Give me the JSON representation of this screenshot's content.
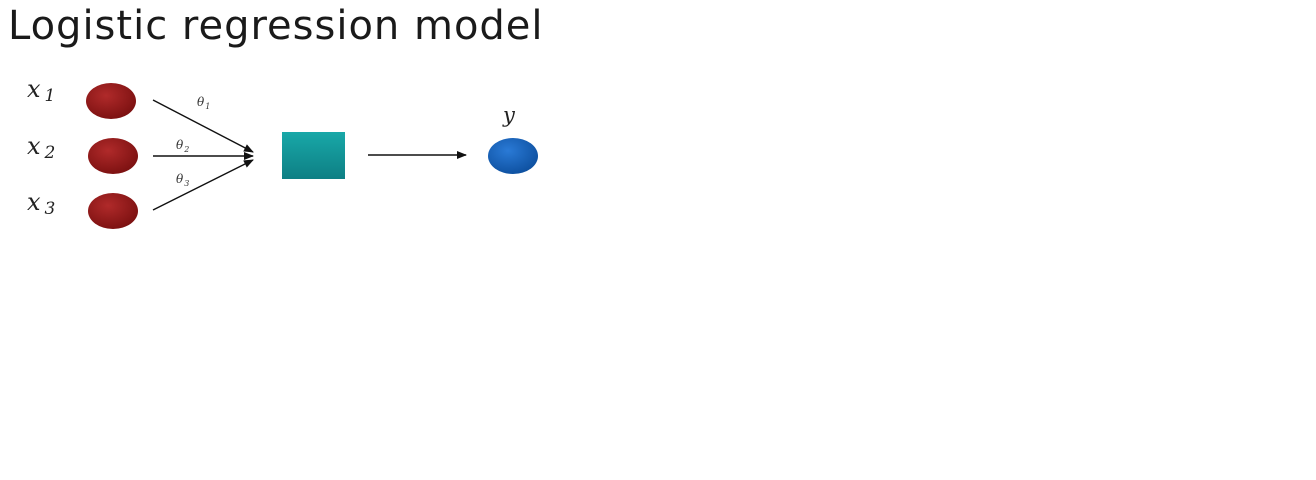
{
  "title": "Logistic regression model",
  "inputs": [
    {
      "var": "x",
      "sub": "1",
      "weight_var": "θ",
      "weight_sub": "1"
    },
    {
      "var": "x",
      "sub": "2",
      "weight_var": "θ",
      "weight_sub": "2"
    },
    {
      "var": "x",
      "sub": "3",
      "weight_var": "θ",
      "weight_sub": "3"
    }
  ],
  "output": {
    "var": "y"
  },
  "colors": {
    "input_node": "#8b1515",
    "unit_box": "#139a9a",
    "output_node": "#1560b8",
    "arrow": "#111111"
  }
}
